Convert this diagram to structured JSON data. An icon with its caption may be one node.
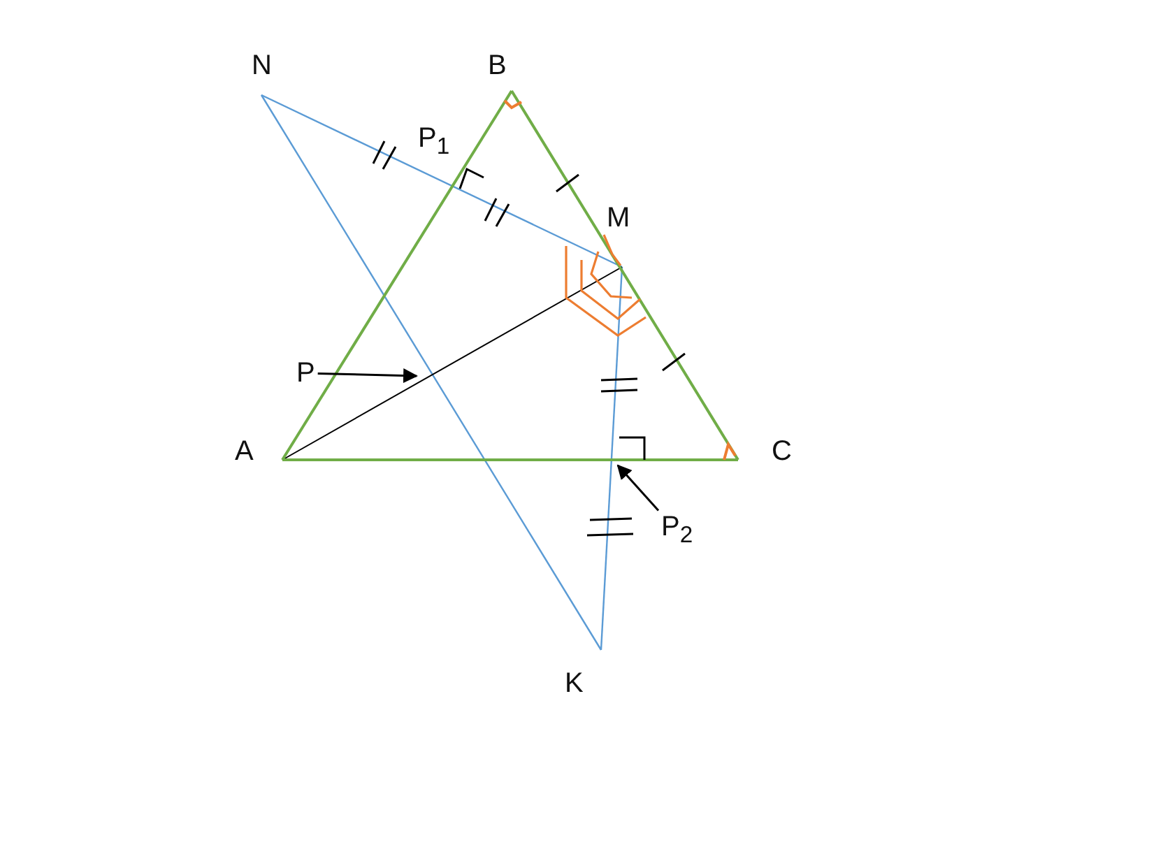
{
  "diagram": {
    "nodes": [
      {
        "text": [
          "P"
        ]
      },
      {
        "text": [
          "P$_{2}$"
        ]
      }
    ],
    "edges": [
      {
        "from": 0,
        "to": null,
        "arrow": "to"
      },
      {
        "from": 1,
        "to": null,
        "arrow": "to"
      }
    ],
    "labels": [
      "N",
      "B",
      "P$_{1}$",
      "M",
      "A",
      "C",
      "K"
    ]
  }
}
